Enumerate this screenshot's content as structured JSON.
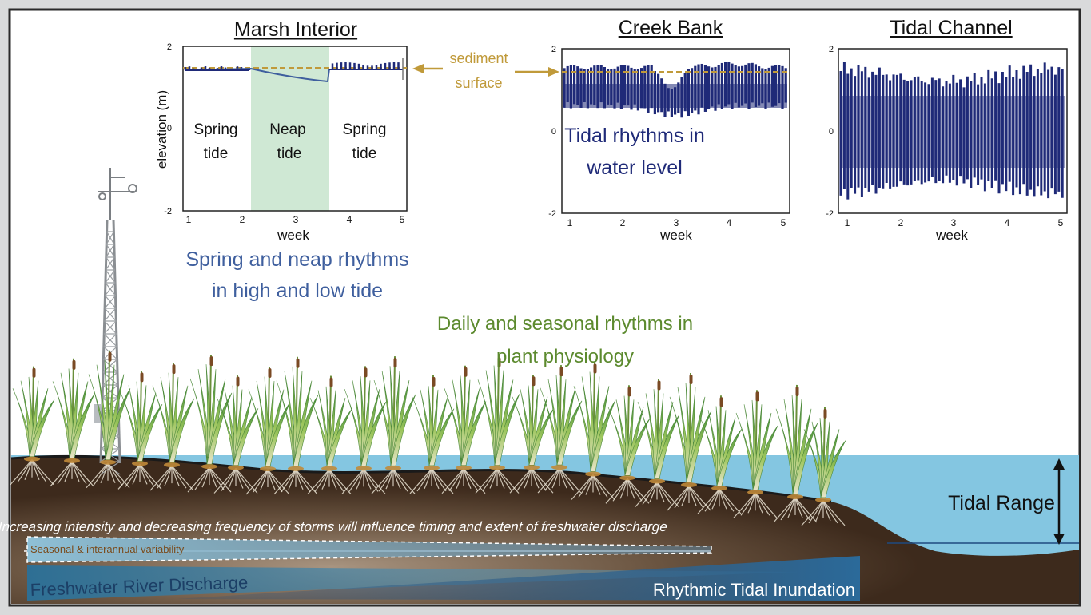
{
  "panels": {
    "marsh_interior": {
      "title": "Marsh Interior",
      "ylabel": "elevation (m)",
      "xlabel": "week",
      "yticks": [
        "2",
        "0",
        "-2"
      ],
      "xticks": [
        "1",
        "2",
        "3",
        "4",
        "5"
      ],
      "phases": [
        {
          "line1": "Spring",
          "line2": "tide"
        },
        {
          "line1": "Neap",
          "line2": "tide"
        },
        {
          "line1": "Spring",
          "line2": "tide"
        }
      ],
      "caption_line1": "Spring and neap rhythms",
      "caption_line2": "in high and low tide"
    },
    "creek_bank": {
      "title": "Creek Bank",
      "xlabel": "week",
      "yticks": [
        "2",
        "0",
        "-2"
      ],
      "xticks": [
        "1",
        "2",
        "3",
        "4",
        "5"
      ],
      "annotation_line1": "Tidal rhythms in",
      "annotation_line2": "water level"
    },
    "tidal_channel": {
      "title": "Tidal Channel",
      "xlabel": "week",
      "yticks": [
        "2",
        "0",
        "-2"
      ],
      "xticks": [
        "1",
        "2",
        "3",
        "4",
        "5"
      ]
    }
  },
  "sediment": {
    "line1": "sediment",
    "line2": "surface"
  },
  "plants": {
    "line1": "Daily and seasonal rhythms in",
    "line2": "plant physiology"
  },
  "tidal_range": "Tidal Range",
  "storms": "Increasing intensity and decreasing frequency of storms will influence timing and extent of freshwater discharge",
  "variability": "Seasonal & interannual variability",
  "freshwater": "Freshwater River Discharge",
  "tidal_inundation": "Rhythmic Tidal Inundation",
  "colors": {
    "navy": "#1f2a78",
    "sediment_gold": "#c09a3a",
    "caption_blue": "#3f5f9e",
    "plant_green": "#5c8a2e",
    "neap_green": "#cfe8d4",
    "water": "#84c6e1",
    "soil_dark": "#3d2a1c",
    "soil_light": "#a89480"
  }
}
